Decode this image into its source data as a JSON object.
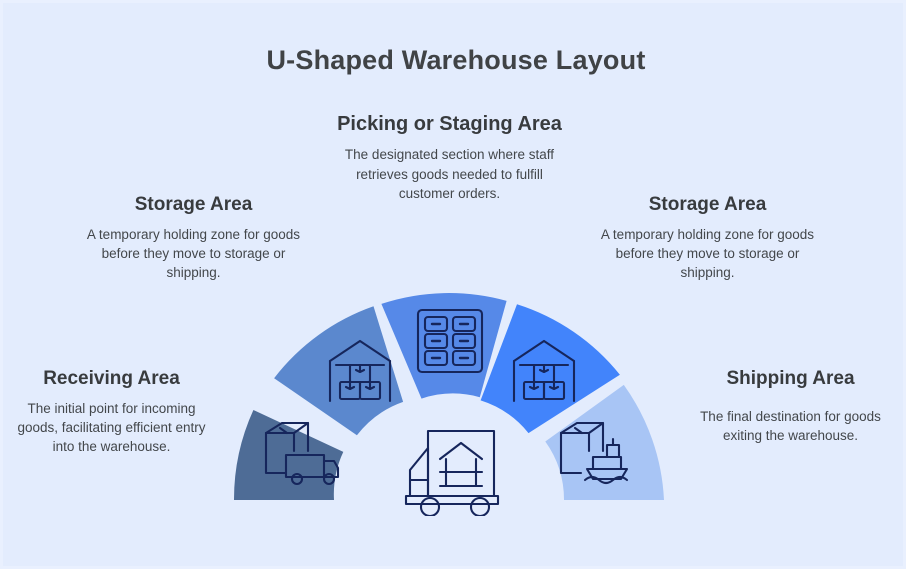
{
  "page": {
    "title": "U-Shaped Warehouse Layout",
    "background_color": "#e3ecfd",
    "title_color": "#404346",
    "heading_color": "#383b3e",
    "body_color": "#43474b",
    "icon_stroke_color": "#16265c"
  },
  "blocks": {
    "picking": {
      "heading": "Picking or Staging Area",
      "body": "The designated section where staff retrieves goods needed to fulfill customer orders."
    },
    "storage_left": {
      "heading": "Storage Area",
      "body": "A temporary holding zone for goods before they move to storage or shipping."
    },
    "storage_right": {
      "heading": "Storage Area",
      "body": "A temporary holding zone for goods before they move to storage or shipping."
    },
    "receiving": {
      "heading": "Receiving Area",
      "body": "The initial point for incoming goods, facilitating efficient entry into the warehouse."
    },
    "shipping": {
      "heading": "Shipping Area",
      "body": "The final destination for goods exiting the warehouse."
    }
  },
  "chart_data": {
    "type": "pie",
    "title": "U-Shaped Warehouse Layout",
    "shape": "semicircle-donut",
    "center": [
      231,
      229
    ],
    "inner_radius": 100,
    "outer_radius": 215,
    "total_sweep_degrees": 180,
    "gap_degrees": 3.4,
    "legend_position": "around-chart",
    "categories": [
      "Receiving Area",
      "Storage Area",
      "Picking or Staging Area",
      "Storage Area",
      "Shipping Area"
    ],
    "values": [
      36,
      36,
      36,
      36,
      36
    ],
    "segments": [
      {
        "label": "Receiving Area",
        "color": "#4e6c96",
        "start_angle": 180,
        "end_angle": 144,
        "icon": "box-truck-icon"
      },
      {
        "label": "Storage Area",
        "color": "#5b88ce",
        "start_angle": 144,
        "end_angle": 108,
        "icon": "warehouse-boxes-icon"
      },
      {
        "label": "Picking or Staging Area",
        "color": "#5689e8",
        "start_angle": 108,
        "end_angle": 72,
        "icon": "shelving-rack-icon"
      },
      {
        "label": "Storage Area",
        "color": "#4284fb",
        "start_angle": 72,
        "end_angle": 36,
        "icon": "warehouse-boxes-icon"
      },
      {
        "label": "Shipping Area",
        "color": "#a8c5f5",
        "start_angle": 36,
        "end_angle": 0,
        "icon": "box-ship-icon"
      }
    ],
    "center_icon": "delivery-truck-icon"
  }
}
